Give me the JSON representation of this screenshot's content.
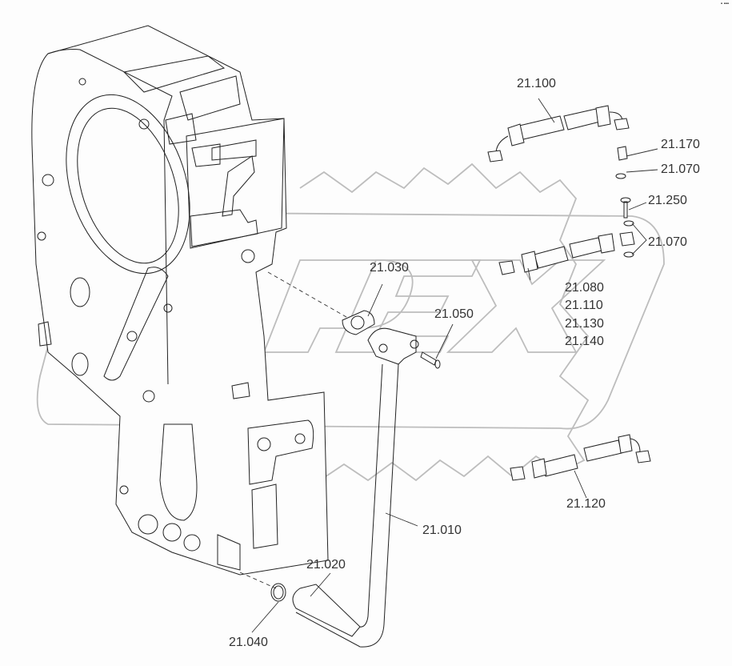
{
  "diagram": {
    "type": "exploded parts diagram",
    "subject": "Transmission housing hydraulic lines",
    "watermark": "OPEX",
    "corner_mark": "▪ ▪▪▪",
    "callouts": [
      {
        "id": "21.100",
        "part": "hose-assembly-upper"
      },
      {
        "id": "21.170",
        "part": "adapter-fitting"
      },
      {
        "id": "21.070",
        "part": "seal-washer-upper"
      },
      {
        "id": "21.250",
        "part": "banjo-bolt"
      },
      {
        "id": "21.070b",
        "label": "21.070",
        "part": "seal-washers-pair"
      },
      {
        "id": "21.030",
        "part": "flange-gasket"
      },
      {
        "id": "21.050",
        "part": "flange-bolt"
      },
      {
        "id": "21.010",
        "part": "suction-pipe"
      },
      {
        "id": "21.020",
        "part": "pipe-sleeve"
      },
      {
        "id": "21.040",
        "part": "o-ring"
      },
      {
        "id": "21.120",
        "part": "hose-assembly-lower"
      }
    ],
    "grouped_callouts": [
      "21.080",
      "21.110",
      "21.130",
      "21.140"
    ]
  }
}
